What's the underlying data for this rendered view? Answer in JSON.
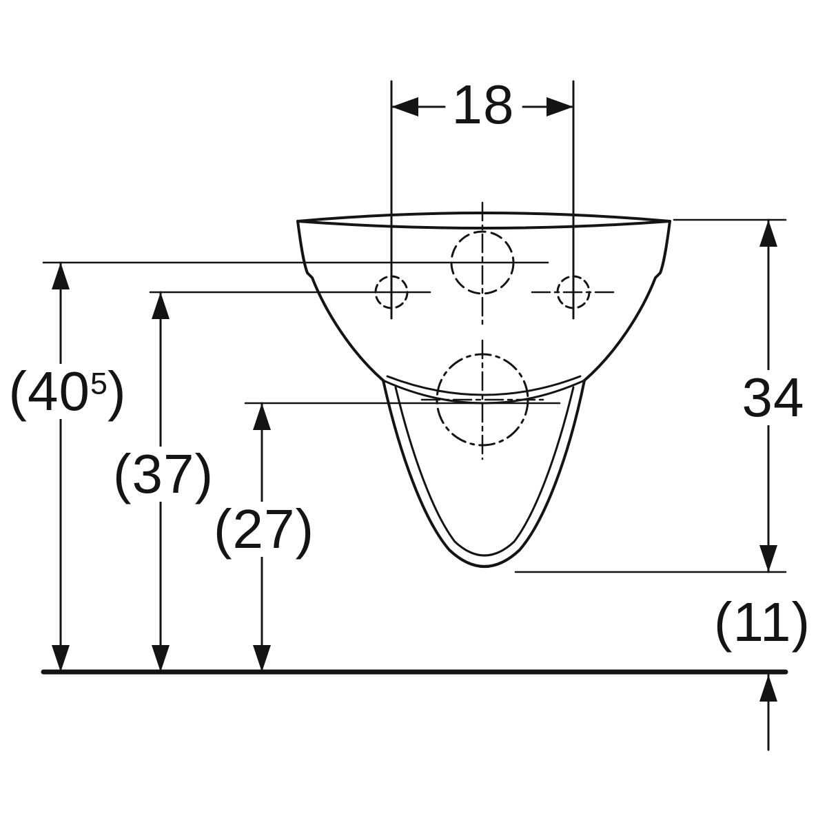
{
  "drawing": {
    "type": "technical-dimension-drawing",
    "subject": "wall-hung-wc-front-view",
    "line_color": "#141414",
    "background_color": "#ffffff"
  },
  "labels": {
    "dim_width_top": "18",
    "dim_height_right": "34",
    "dim_total": {
      "prefix": "(40",
      "sup": "5",
      "suffix": ")"
    },
    "dim_37": "(37)",
    "dim_27": "(27)",
    "dim_11": "(11)"
  }
}
